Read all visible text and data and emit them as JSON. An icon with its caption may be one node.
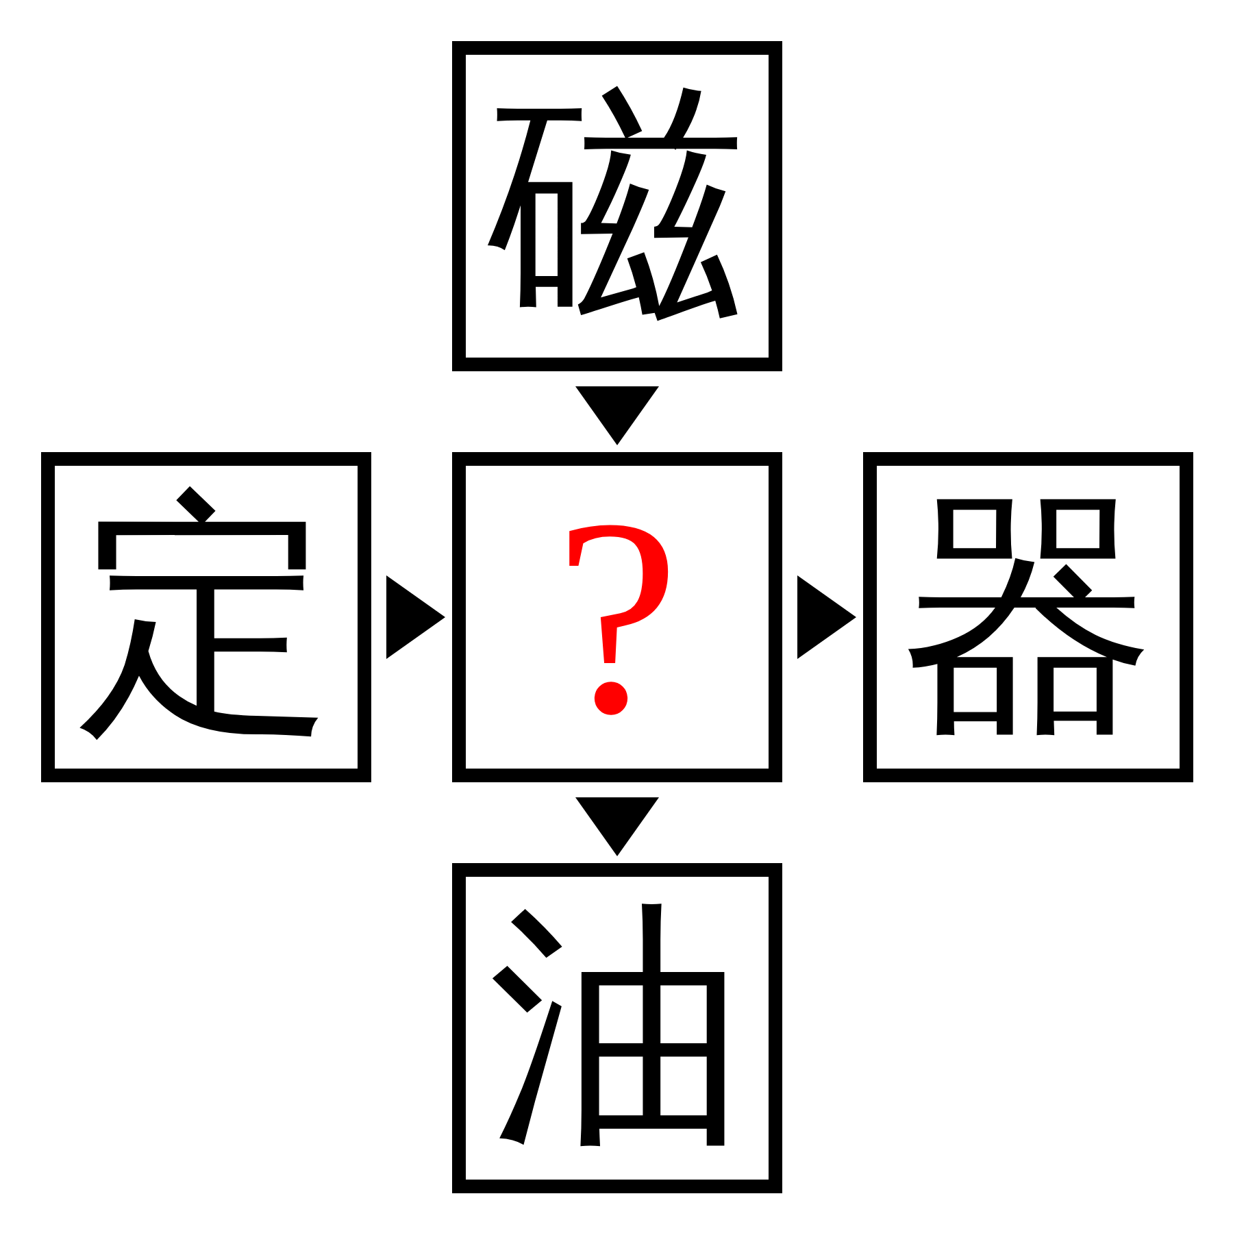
{
  "diagram": {
    "nodes": [
      {
        "text": [
          "磁"
        ]
      },
      {
        "text": [
          "定"
        ]
      },
      {
        "text": [
          "?"
        ]
      },
      {
        "text": [
          "器"
        ]
      },
      {
        "text": [
          "油"
        ]
      }
    ],
    "edges": [
      {
        "from": 0,
        "to": 2,
        "arrow": "to"
      },
      {
        "from": 1,
        "to": 2,
        "arrow": "to"
      },
      {
        "from": 2,
        "to": 3,
        "arrow": "to"
      },
      {
        "from": 2,
        "to": 4,
        "arrow": "to"
      }
    ]
  }
}
